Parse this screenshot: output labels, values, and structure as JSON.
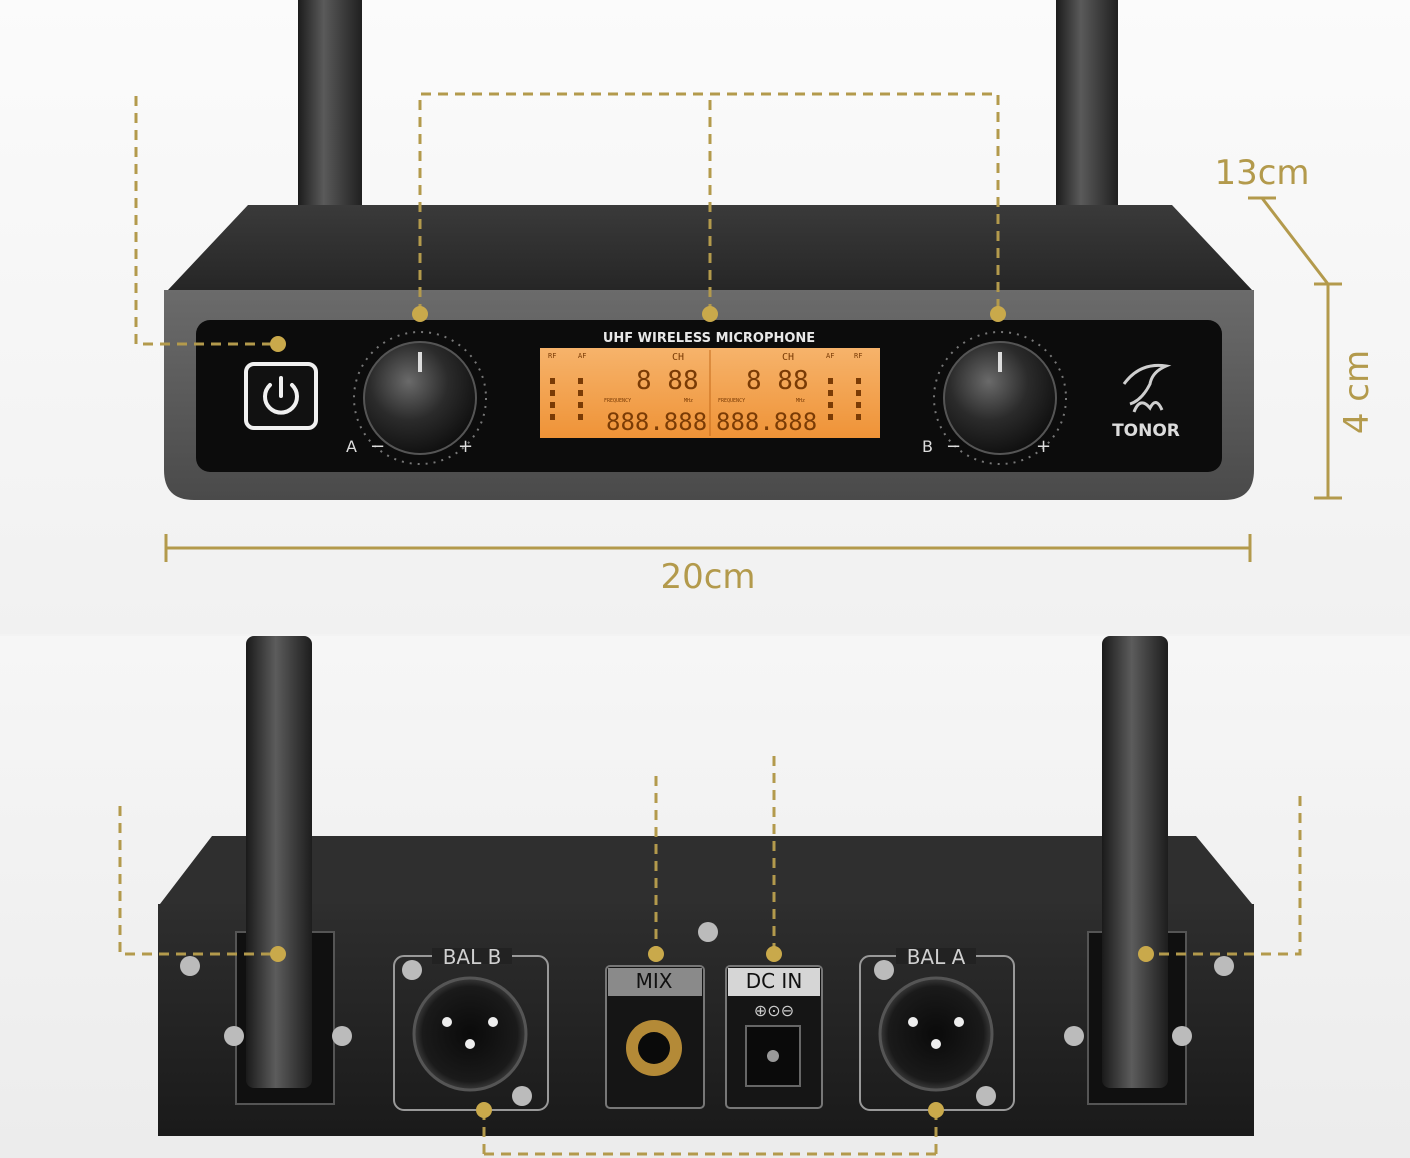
{
  "front": {
    "label": "UHF WIRELESS MICROPHONE",
    "knob_a": {
      "letter": "A",
      "minus": "−",
      "plus": "+"
    },
    "knob_b": {
      "letter": "B",
      "minus": "−",
      "plus": "+"
    },
    "brand": "TONOR",
    "lcd": {
      "rf": "RF",
      "af": "AF",
      "ch": "CH",
      "ch_digits": "8 88",
      "freq_label": "FREQUENCY",
      "mhz": "MHz",
      "freq_digits": "888.888"
    }
  },
  "dimensions": {
    "width": "20cm",
    "depth": "13cm",
    "height": "4 cm"
  },
  "back": {
    "bal_b": "BAL B",
    "mix": "MIX",
    "dc_in": "DC IN",
    "dc_symbol": "⊕⊙⊖",
    "bal_a": "BAL A"
  },
  "colors": {
    "accent": "#b39a4c",
    "lcd": "#f5a04a",
    "body": "#2a2a2a"
  }
}
